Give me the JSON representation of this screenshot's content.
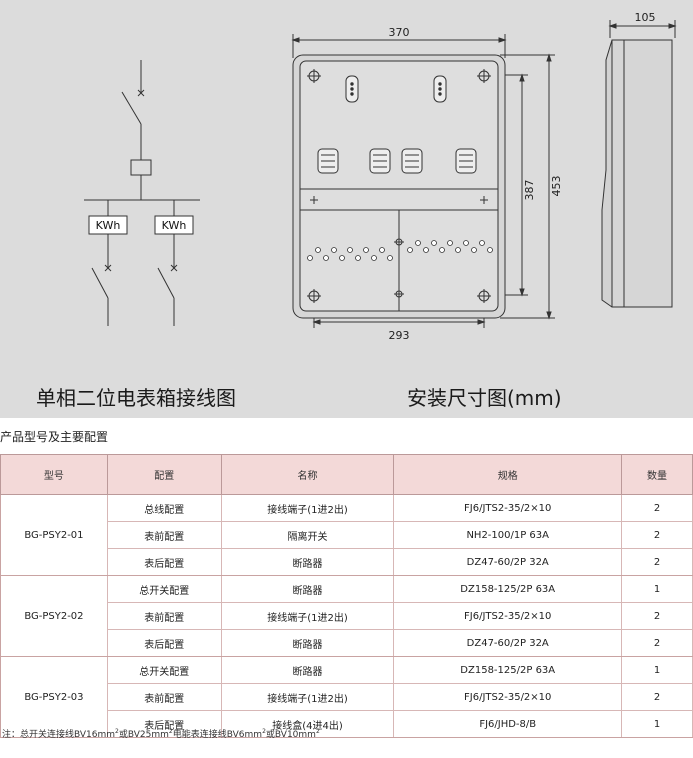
{
  "captions": {
    "wiring": "单相二位电表箱接线图",
    "install": "安装尺寸图(mm)"
  },
  "diagram": {
    "meter_label": "KWh",
    "dims": {
      "width_outer": "370",
      "depth": "105",
      "height_inner": "387",
      "height_outer": "453",
      "width_mount": "293"
    }
  },
  "section_title": "产品型号及主要配置",
  "table": {
    "headers": [
      "型号",
      "配置",
      "名称",
      "规格",
      "数量"
    ],
    "groups": [
      {
        "model": "BG-PSY2-01",
        "rows": [
          {
            "config": "总线配置",
            "name": "接线端子(1进2出)",
            "spec": "FJ6/JTS2-35/2×10",
            "qty": "2"
          },
          {
            "config": "表前配置",
            "name": "隔离开关",
            "spec": "NH2-100/1P  63A",
            "qty": "2"
          },
          {
            "config": "表后配置",
            "name": "断路器",
            "spec": "DZ47-60/2P  32A",
            "qty": "2"
          }
        ]
      },
      {
        "model": "BG-PSY2-02",
        "rows": [
          {
            "config": "总开关配置",
            "name": "断路器",
            "spec": "DZ158-125/2P  63A",
            "qty": "1"
          },
          {
            "config": "表前配置",
            "name": "接线端子(1进2出)",
            "spec": "FJ6/JTS2-35/2×10",
            "qty": "2"
          },
          {
            "config": "表后配置",
            "name": "断路器",
            "spec": "DZ47-60/2P  32A",
            "qty": "2"
          }
        ]
      },
      {
        "model": "BG-PSY2-03",
        "rows": [
          {
            "config": "总开关配置",
            "name": "断路器",
            "spec": "DZ158-125/2P  63A",
            "qty": "1"
          },
          {
            "config": "表前配置",
            "name": "接线端子(1进2出)",
            "spec": "FJ6/JTS2-35/2×10",
            "qty": "2"
          },
          {
            "config": "表后配置",
            "name": "接线盒(4进4出)",
            "spec": "FJ6/JHD-8/B",
            "qty": "1"
          }
        ]
      }
    ]
  },
  "note": {
    "p1": "注：总开关连接线BV16mm",
    "p2": "或BV25mm",
    "p3": "电能表连接线BV6mm",
    "p4": "或BV10mm",
    "sup": "2"
  }
}
